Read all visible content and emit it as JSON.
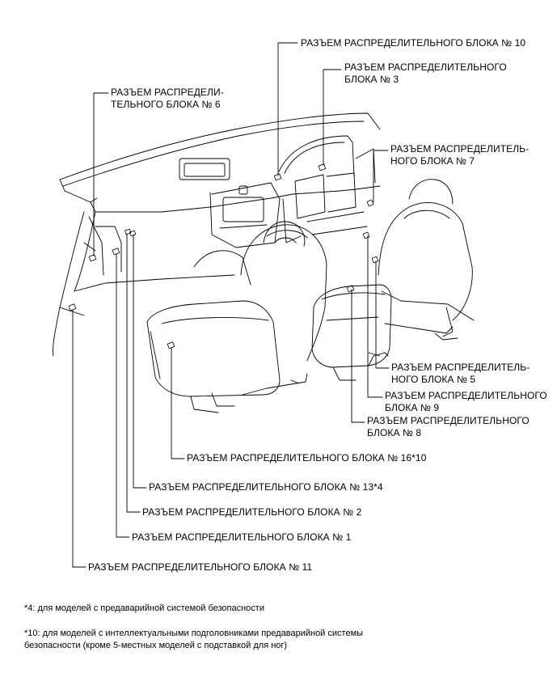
{
  "labels": {
    "c10": "РАЗЪЕМ РАСПРЕДЕЛИТЕЛЬНОГО БЛОКА № 10",
    "c3": [
      "РАЗЪЕМ РАСПРЕДЕЛИТЕЛЬНОГО",
      "БЛОКА № 3"
    ],
    "c6": [
      "РАЗЪЕМ РАСПРЕДЕЛИ-",
      "ТЕЛЬНОГО БЛОКА № 6"
    ],
    "c7": [
      "РАЗЪЕМ РАСПРЕДЕЛИТЕЛЬ-",
      "НОГО БЛОКА № 7"
    ],
    "c5": [
      "РАЗЪЕМ РАСПРЕДЕЛИТЕЛЬ-",
      "НОГО БЛОКА № 5"
    ],
    "c9": [
      "РАЗЪЕМ РАСПРЕДЕЛИТЕЛЬНОГО",
      "БЛОКА № 9"
    ],
    "c8": [
      "РАЗЪЕМ РАСПРЕДЕЛИТЕЛЬНОГО",
      "БЛОКА № 8"
    ],
    "c16": "РАЗЪЕМ РАСПРЕДЕЛИТЕЛЬНОГО БЛОКА № 16*10",
    "c13": "РАЗЪЕМ РАСПРЕДЕЛИТЕЛЬНОГО БЛОКА № 13*4",
    "c2": "РАЗЪЕМ РАСПРЕДЕЛИТЕЛЬНОГО БЛОКА № 2",
    "c1": "РАЗЪЕМ РАСПРЕДЕЛИТЕЛЬНОГО БЛОКА № 1",
    "c11": "РАЗЪЕМ РАСПРЕДЕЛИТЕЛЬНОГО БЛОКА № 11"
  },
  "footnotes": {
    "note4": "*4: для моделей с предаварийной системой безопасности",
    "note10": [
      "*10: для моделей с интеллектуальными подголовниками предаварийной системы",
      "безопасности (кроме 5-местных моделей с подставкой для ног)"
    ]
  }
}
